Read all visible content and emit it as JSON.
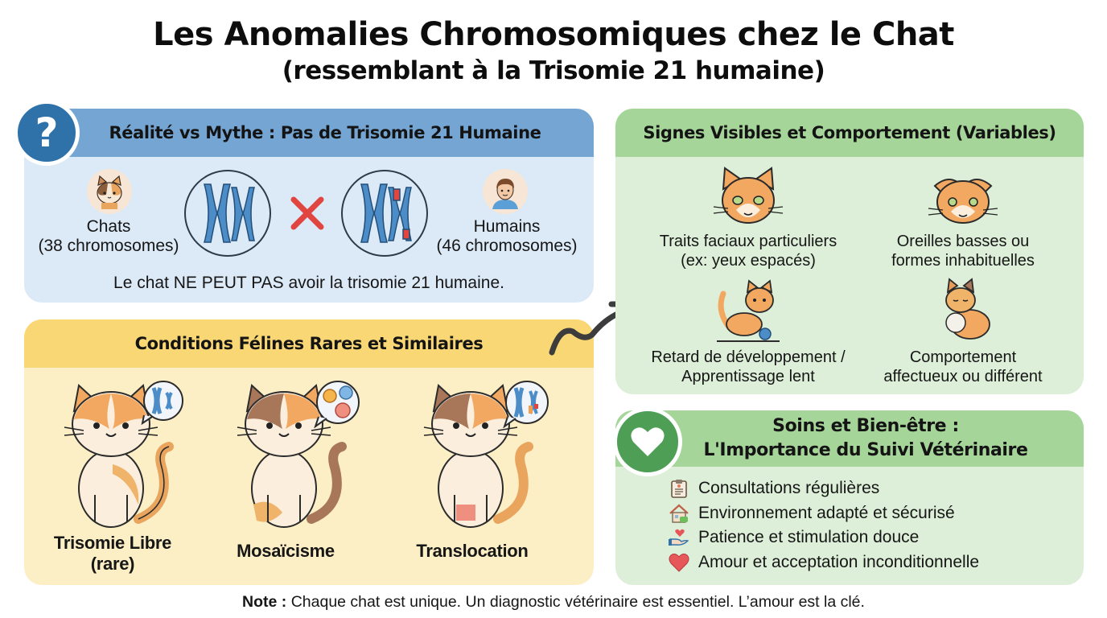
{
  "title": {
    "main": "Les Anomalies Chromosomiques chez le Chat",
    "sub": "(ressemblant à la Trisomie 21 humaine)"
  },
  "myth_panel": {
    "heading": "Réalité vs Mythe : Pas de Trisomie 21 Humaine",
    "badge_icon": "question-mark-icon",
    "badge_glyph": "?",
    "colors": {
      "header": "#75a6d3",
      "body": "#dce9f6",
      "badge": "#2f72aa"
    },
    "cats": {
      "label": "Chats",
      "count": "(38 chromosomes)"
    },
    "humans": {
      "label": "Humains",
      "count": "(46 chromosomes)"
    },
    "comparison_icon": "red-x-icon",
    "statement": "Le chat NE PEUT PAS avoir la trisomie 21 humaine."
  },
  "feline_panel": {
    "heading": "Conditions Félines Rares et Similaires",
    "colors": {
      "header": "#f9d774",
      "body": "#fcefc6"
    },
    "conditions": [
      {
        "label": "Trisomie Libre",
        "note": "(rare)",
        "bubble_icon": "chromosome-icon"
      },
      {
        "label": "Mosaïcisme",
        "note": "",
        "bubble_icon": "cells-icon"
      },
      {
        "label": "Translocation",
        "note": "",
        "bubble_icon": "translocated-chromosome-icon"
      }
    ]
  },
  "signs_panel": {
    "heading": "Signes Visibles et Comportement (Variables)",
    "colors": {
      "header": "#a6d59a",
      "body": "#ddefd8"
    },
    "signs": [
      {
        "line1": "Traits faciaux particuliers",
        "line2": "(ex: yeux espacés)",
        "icon": "cat-face-icon"
      },
      {
        "line1": "Oreilles basses ou",
        "line2": "formes inhabituelles",
        "icon": "folded-ear-cat-icon"
      },
      {
        "line1": "Retard de développement /",
        "line2": "Apprentissage lent",
        "icon": "playing-kitten-icon"
      },
      {
        "line1": "Comportement",
        "line2": "affectueux ou différent",
        "icon": "cuddling-cat-icon"
      }
    ]
  },
  "care_panel": {
    "heading_line1": "Soins et Bien-être :",
    "heading_line2": "L'Importance du Suivi Vétérinaire",
    "badge_icon": "heart-icon",
    "colors": {
      "header": "#a6d59a",
      "body": "#ddefd8",
      "badge": "#4e9e56"
    },
    "items": [
      {
        "label": "Consultations régulières",
        "icon": "clipboard-icon"
      },
      {
        "label": "Environnement adapté et sécurisé",
        "icon": "house-icon"
      },
      {
        "label": "Patience et stimulation douce",
        "icon": "hand-heart-icon"
      },
      {
        "label": "Amour et acceptation inconditionnelle",
        "icon": "heart-icon"
      }
    ]
  },
  "note": {
    "label": "Note :",
    "text": " Chaque chat est unique. Un diagnostic vétérinaire est essentiel. L’amour est la clé."
  }
}
